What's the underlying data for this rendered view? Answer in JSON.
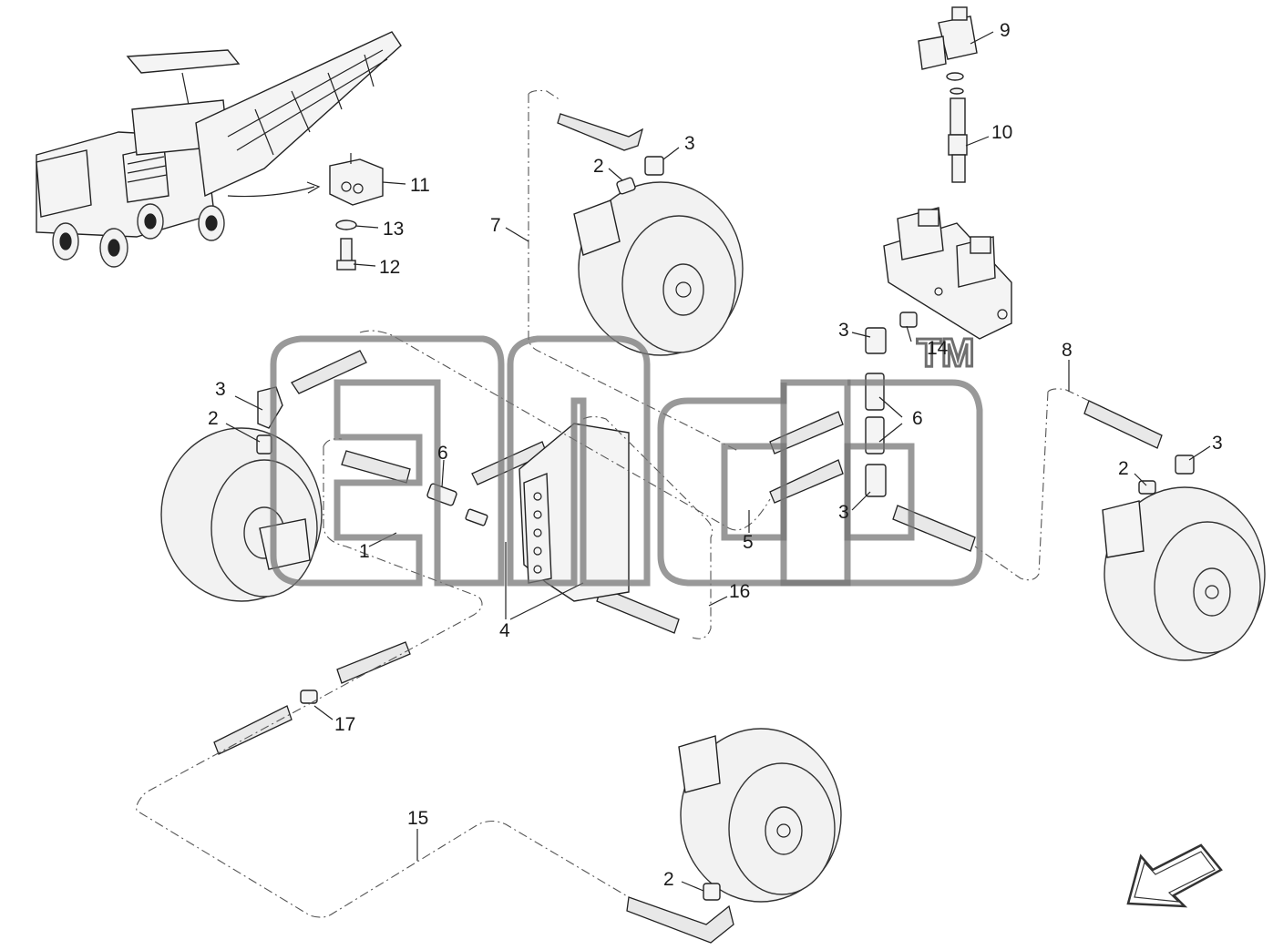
{
  "callouts": [
    {
      "id": "c1",
      "label": "1"
    },
    {
      "id": "c2a",
      "label": "2"
    },
    {
      "id": "c2b",
      "label": "2"
    },
    {
      "id": "c2c",
      "label": "2"
    },
    {
      "id": "c2d",
      "label": "2"
    },
    {
      "id": "c3a",
      "label": "3"
    },
    {
      "id": "c3b",
      "label": "3"
    },
    {
      "id": "c3c",
      "label": "3"
    },
    {
      "id": "c3d",
      "label": "3"
    },
    {
      "id": "c3e",
      "label": "3"
    },
    {
      "id": "c4",
      "label": "4"
    },
    {
      "id": "c5",
      "label": "5"
    },
    {
      "id": "c6a",
      "label": "6"
    },
    {
      "id": "c6b",
      "label": "6"
    },
    {
      "id": "c7",
      "label": "7"
    },
    {
      "id": "c8",
      "label": "8"
    },
    {
      "id": "c9",
      "label": "9"
    },
    {
      "id": "c10",
      "label": "10"
    },
    {
      "id": "c11",
      "label": "11"
    },
    {
      "id": "c12",
      "label": "12"
    },
    {
      "id": "c13",
      "label": "13"
    },
    {
      "id": "c14",
      "label": "14"
    },
    {
      "id": "c15",
      "label": "15"
    },
    {
      "id": "c16",
      "label": "16"
    },
    {
      "id": "c17",
      "label": "17"
    }
  ],
  "watermark": {
    "text": "TM"
  },
  "icons": {
    "direction_arrow": "direction-arrow-icon"
  }
}
